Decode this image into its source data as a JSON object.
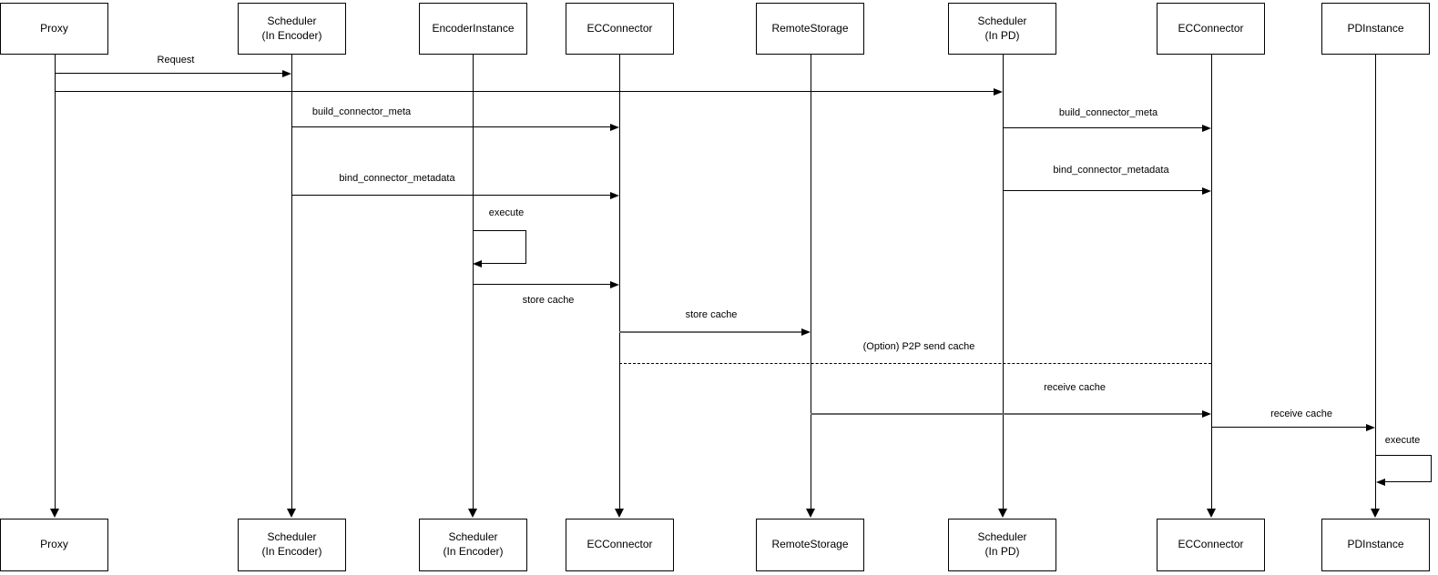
{
  "diagram_type": "uml-sequence-diagram",
  "colors": {
    "background": "#ffffff",
    "stroke": "#000000",
    "secondary_stroke": "#666666",
    "box_fill": "#ffffff"
  },
  "actors_top": {
    "proxy": "Proxy",
    "scheduler_encoder": "Scheduler\n(In Encoder)",
    "encoder_instance": "EncoderInstance",
    "ec_connector": "ECConnector",
    "remote_storage": "RemoteStorage",
    "scheduler_pd": "Scheduler\n(In PD)",
    "ec_connector_right": "ECConnector",
    "pd_instance": "PDInstance"
  },
  "actors_bottom": {
    "proxy": "Proxy",
    "scheduler_encoder": "Scheduler\n(In Encoder)",
    "scheduler_encoder_2": "Scheduler\n(In Encoder)",
    "ec_connector": "ECConnector",
    "remote_storage": "RemoteStorage",
    "scheduler_pd": "Scheduler\n(In PD)",
    "ec_connector_right": "ECConnector",
    "pd_instance": "PDInstance"
  },
  "messages": {
    "request": "Request",
    "build_connector_meta_left": "build_connector_meta",
    "build_connector_meta_right": "build_connector_meta",
    "bind_connector_metadata_left": "bind_connector_metadata",
    "bind_connector_metadata_right": "bind_connector_metadata",
    "execute_encoder": "execute",
    "store_cache_encoder_to_connector": "store cache",
    "store_cache_connector_to_storage": "store cache",
    "p2p_send_cache": "(Option) P2P send cache",
    "receive_cache_storage_to_connector": "receive cache",
    "receive_cache_connector_to_pd": "receive cache",
    "execute_pd": "execute"
  }
}
